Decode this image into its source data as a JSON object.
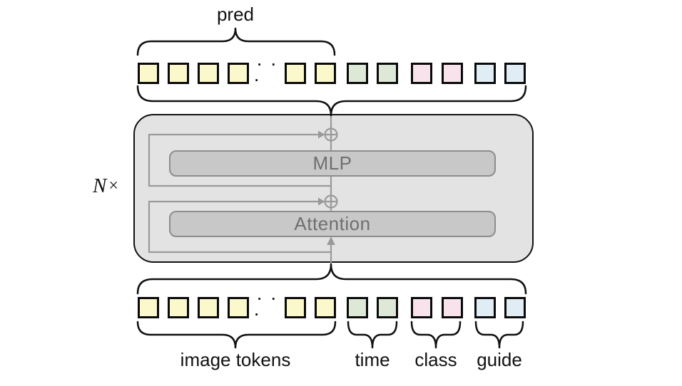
{
  "diagram": {
    "pred_label": "pred",
    "repeat_label": {
      "n": "N",
      "times": "×"
    },
    "block_labels": {
      "mlp": "MLP",
      "attention": "Attention"
    },
    "ellipsis": "· · ·",
    "token_groups": [
      {
        "id": "image",
        "label": "image tokens",
        "color": "#FBF8CB",
        "count": 6,
        "has_ellipsis": true
      },
      {
        "id": "time",
        "label": "time",
        "color": "#DDE9D6",
        "count": 2,
        "has_ellipsis": false
      },
      {
        "id": "class",
        "label": "class",
        "color": "#F8E2EC",
        "count": 2,
        "has_ellipsis": false
      },
      {
        "id": "guide",
        "label": "guide",
        "color": "#E1EDF5",
        "count": 2,
        "has_ellipsis": false
      }
    ]
  },
  "colors": {
    "canvas-bg": "#ffffff",
    "ink": "#111111",
    "box-fill": "#e3e3e3",
    "block-fill": "#c8c8c8",
    "block-border": "#8d8d8d",
    "block-text": "#6f6f6f",
    "line-gray": "#9a9a9a",
    "token-border": "#0a0a0a"
  }
}
